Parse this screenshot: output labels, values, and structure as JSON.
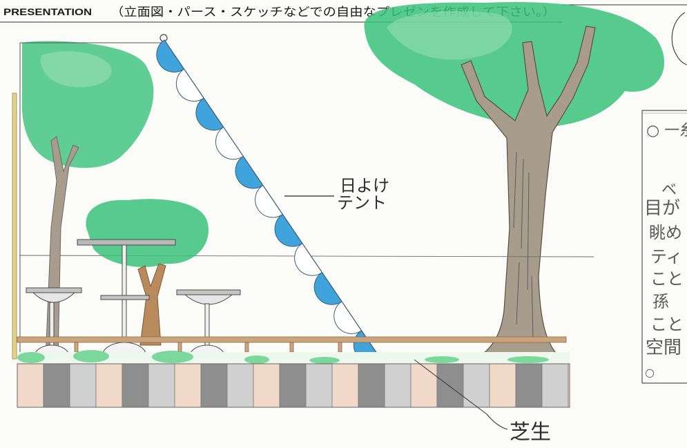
{
  "header": {
    "title": "PRESENTATION",
    "instruction": "（立面図・パース・スケッチなどでの自由なプレゼンを作成して下さい。）"
  },
  "labels": {
    "tent_line1": "日よけ",
    "tent_line2": "テント",
    "lawn": "芝生"
  },
  "side_note": {
    "lines": [
      "○ 一糸",
      "ベ",
      "目が",
      "眺め",
      "ティ",
      "こと",
      "孫",
      "こと",
      "空間",
      "○"
    ]
  },
  "colors": {
    "tent_blue": "#3fa3dc",
    "tent_white": "#ffffff",
    "canopy_green": "#38c27a",
    "canopy_light": "#9be0b4",
    "trunk_gray": "#a89c8c",
    "trunk_brown": "#b98a5c",
    "rail_tan": "#c9a47c",
    "pole_yellow": "#e2d18a",
    "pave_beige": "#f0d9c9",
    "pave_dark": "#8e8e8e",
    "pave_light": "#d0d0d0",
    "grass": "#5fcf86"
  }
}
